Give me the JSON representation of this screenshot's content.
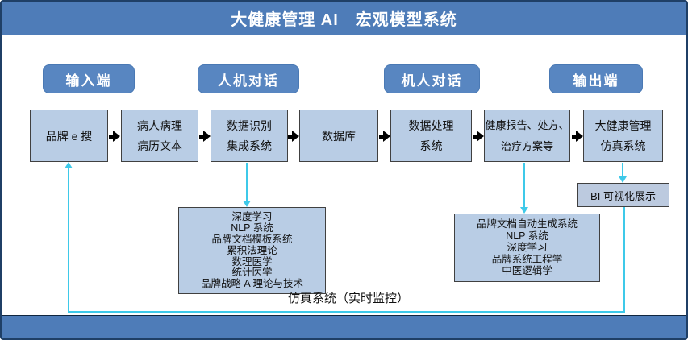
{
  "header": {
    "title": "大健康管理 AI　宏观模型系统"
  },
  "stage_labels": [
    {
      "label": "输入端"
    },
    {
      "label": "人机对话"
    },
    {
      "label": "机人对话"
    },
    {
      "label": "输出端"
    }
  ],
  "flow": [
    {
      "line1": "品牌 e 搜"
    },
    {
      "line1": "病人病理",
      "line2": "病历文本"
    },
    {
      "line1": "数据识别",
      "line2": "集成系统"
    },
    {
      "line1": "数据库"
    },
    {
      "line1": "数据处理",
      "line2": "系统"
    },
    {
      "line1": "健康报告、处方、",
      "line2": "治疗方案等"
    },
    {
      "line1": "大健康管理",
      "line2": "仿真系统"
    }
  ],
  "left_detail": {
    "lines": [
      "深度学习",
      "NLP 系统",
      "品牌文档模板系统",
      "累积法理论",
      "数理医学",
      "统计医学",
      "品牌战略 A 理论与技术"
    ]
  },
  "right_detail": {
    "lines": [
      "品牌文档自动生成系统",
      "NLP 系统",
      "深度学习",
      "品牌系统工程学",
      "中医逻辑学"
    ]
  },
  "bi_box": {
    "label": "BI 可视化展示"
  },
  "feedback": {
    "label": "仿真系统（实时监控）"
  },
  "colors": {
    "banner_blue": "#4e7cb8",
    "stage_blue": "#5886c1",
    "box_fill": "#b9cde5",
    "box_border": "#404040",
    "cyan": "#3ec9e9"
  }
}
